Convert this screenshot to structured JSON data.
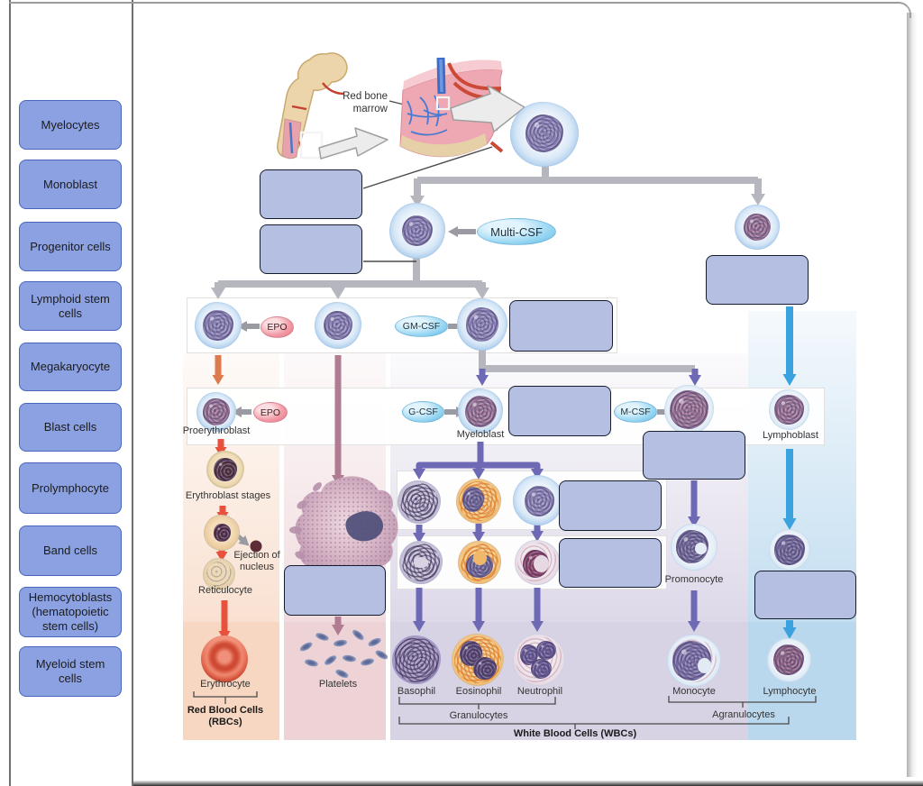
{
  "sidebar": {
    "items": [
      {
        "label": "Myelocytes"
      },
      {
        "label": "Monoblast"
      },
      {
        "label": "Progenitor cells"
      },
      {
        "label": "Lymphoid stem cells"
      },
      {
        "label": "Megakaryocyte"
      },
      {
        "label": "Blast cells"
      },
      {
        "label": "Prolymphocyte"
      },
      {
        "label": "Band cells"
      },
      {
        "label": "Hemocytoblasts (hematopoietic stem cells)"
      },
      {
        "label": "Myeloid stem cells"
      }
    ]
  },
  "diagram": {
    "bone_label": {
      "line1": "Red bone",
      "line2": "marrow"
    },
    "factors": {
      "multi_csf": "Multi-CSF",
      "epo": "EPO",
      "gm_csf": "GM-CSF",
      "g_csf": "G-CSF",
      "m_csf": "M-CSF"
    },
    "stage_labels": {
      "proerythroblast": "Proerythroblast",
      "myeloblast": "Myeloblast",
      "lymphoblast": "Lymphoblast",
      "erythroblast_stages": "Erythroblast stages",
      "ejection_line1": "Ejection of",
      "ejection_line2": "nucleus",
      "reticulocyte": "Reticulocyte",
      "promonocyte": "Promonocyte"
    },
    "final_cells": {
      "erythrocyte": "Erythrocyte",
      "platelets": "Platelets",
      "basophil": "Basophil",
      "eosinophil": "Eosinophil",
      "neutrophil": "Neutrophil",
      "monocyte": "Monocyte",
      "lymphocyte": "Lymphocyte"
    },
    "groups": {
      "granulocytes": "Granulocytes",
      "agranulocytes": "Agranulocytes",
      "rbc_line1": "Red Blood Cells",
      "rbc_line2": "(RBCs)",
      "wbc": "White Blood Cells (WBCs)"
    }
  },
  "colors": {
    "drop_box_fill": "#b4bfe2",
    "drop_box_border": "#151c2f",
    "sidebar_chip_fill": "#8ba1e2",
    "sidebar_chip_border": "#4766bd",
    "connector_gray": "#b6b6be",
    "arrow_purple": "#6e69b5",
    "arrow_blue": "#3aa2de",
    "arrow_red": "#e8513d",
    "arrow_orange": "#dd7a4e",
    "arrow_mauve": "#b07c92",
    "factor_oval_blue": "#9ed9f4",
    "factor_oval_pink": "#f29aa5",
    "band_rbc": "#f7d7c2",
    "band_platelet": "#edd2d6",
    "band_wbc": "#d8d2e5",
    "band_lymph": "#b9d8ee"
  }
}
